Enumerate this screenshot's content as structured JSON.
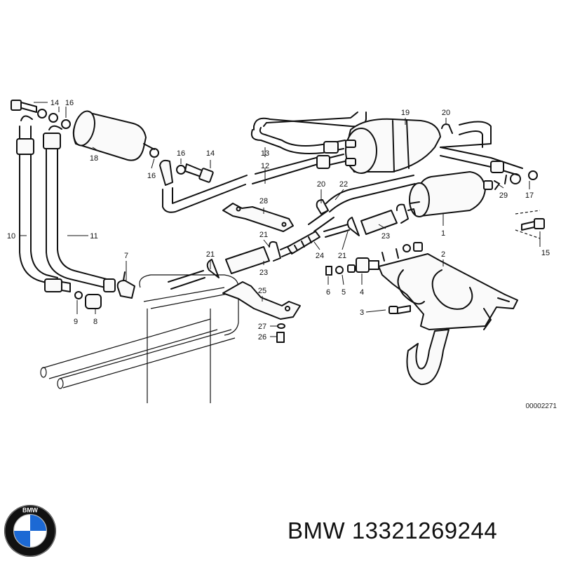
{
  "diagram": {
    "drawing_number": "00002271",
    "callouts": [
      {
        "label": "14"
      },
      {
        "label": "16"
      },
      {
        "label": "18"
      },
      {
        "label": "16"
      },
      {
        "label": "16"
      },
      {
        "label": "14"
      },
      {
        "label": "13"
      },
      {
        "label": "12"
      },
      {
        "label": "19"
      },
      {
        "label": "20"
      },
      {
        "label": "10"
      },
      {
        "label": "11"
      },
      {
        "label": "7"
      },
      {
        "label": "9"
      },
      {
        "label": "8"
      },
      {
        "label": "20"
      },
      {
        "label": "22"
      },
      {
        "label": "28"
      },
      {
        "label": "21"
      },
      {
        "label": "21"
      },
      {
        "label": "23"
      },
      {
        "label": "24"
      },
      {
        "label": "21"
      },
      {
        "label": "23"
      },
      {
        "label": "1"
      },
      {
        "label": "2"
      },
      {
        "label": "29"
      },
      {
        "label": "17"
      },
      {
        "label": "15"
      },
      {
        "label": "6"
      },
      {
        "label": "5"
      },
      {
        "label": "4"
      },
      {
        "label": "3"
      },
      {
        "label": "25"
      },
      {
        "label": "27"
      },
      {
        "label": "26"
      }
    ]
  },
  "logo": {
    "name": "BMW",
    "colors": {
      "blue": "#1c69d4",
      "ring": "#111111",
      "white": "#ffffff"
    }
  },
  "footer": {
    "brand": "BMW",
    "part_number": "13321269244"
  }
}
